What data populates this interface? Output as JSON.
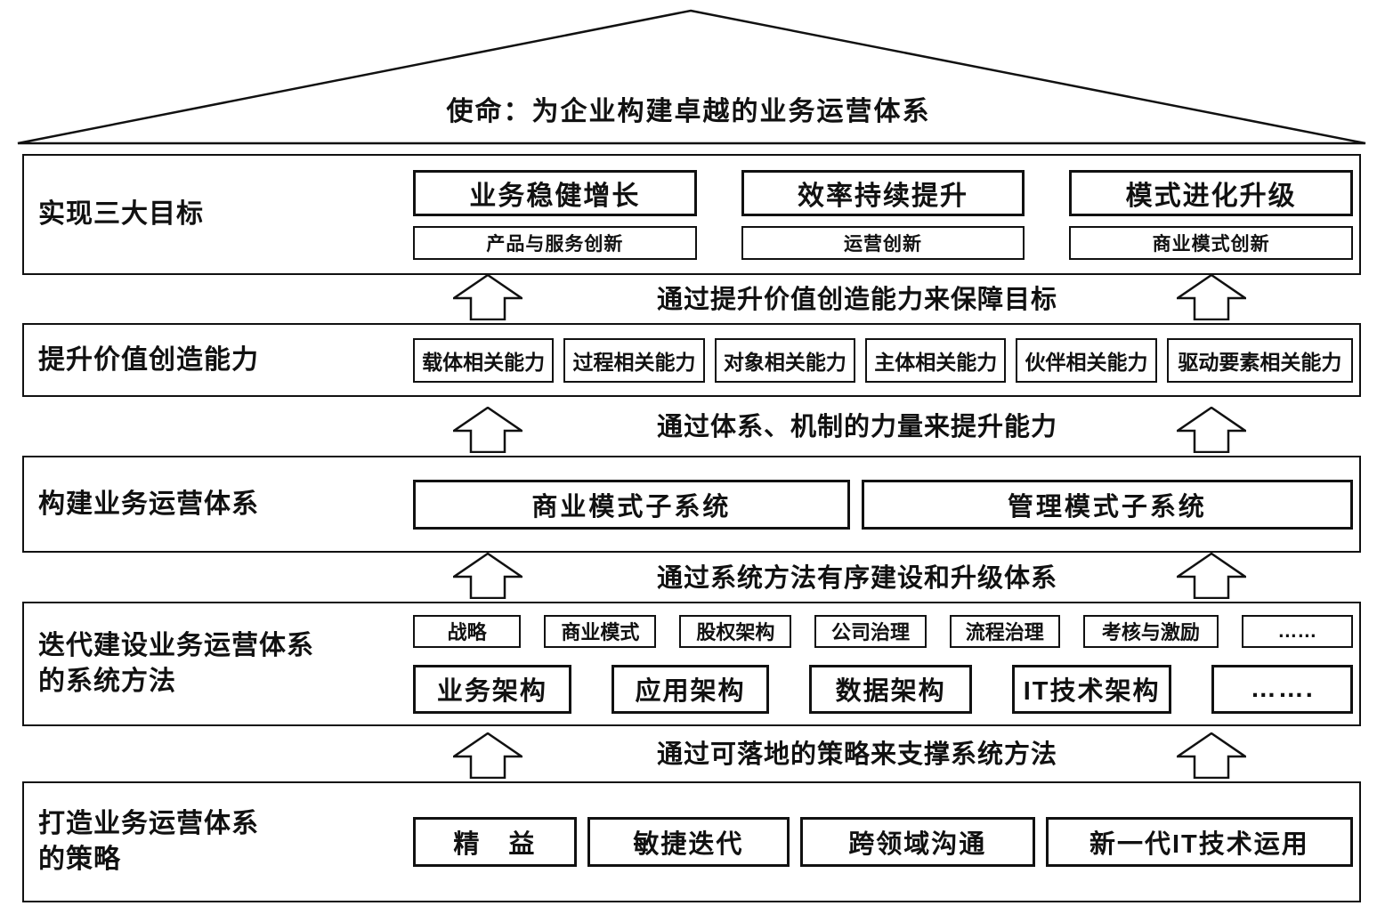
{
  "mission": "使命：为企业构建卓越的业务运营体系",
  "colors": {
    "border": "#111111",
    "background": "#ffffff",
    "text": "#111111"
  },
  "layers": {
    "goals": {
      "label": "实现三大目标",
      "items": [
        {
          "title": "业务稳健增长",
          "subtitle": "产品与服务创新"
        },
        {
          "title": "效率持续提升",
          "subtitle": "运营创新"
        },
        {
          "title": "模式进化升级",
          "subtitle": "商业模式创新"
        }
      ]
    },
    "capabilities": {
      "label": "提升价值创造能力",
      "items": [
        "载体相关能力",
        "过程相关能力",
        "对象相关能力",
        "主体相关能力",
        "伙伴相关能力",
        "驱动要素相关能力"
      ]
    },
    "systems": {
      "label": "构建业务运营体系",
      "items": [
        "商业模式子系统",
        "管理模式子系统"
      ]
    },
    "methods": {
      "label": "迭代建设业务运营体系\n的系统方法",
      "top_items": [
        "战略",
        "商业模式",
        "股权架构",
        "公司治理",
        "流程治理",
        "考核与激励",
        "……"
      ],
      "bottom_items": [
        "业务架构",
        "应用架构",
        "数据架构",
        "IT技术架构",
        "……."
      ]
    },
    "strategies": {
      "label": "打造业务运营体系\n的策略",
      "items": [
        "精　益",
        "敏捷迭代",
        "跨领域沟通",
        "新一代IT技术运用"
      ]
    }
  },
  "connectors": [
    "通过提升价值创造能力来保障目标",
    "通过体系、机制的力量来提升能力",
    "通过系统方法有序建设和升级体系",
    "通过可落地的策略来支撑系统方法"
  ]
}
